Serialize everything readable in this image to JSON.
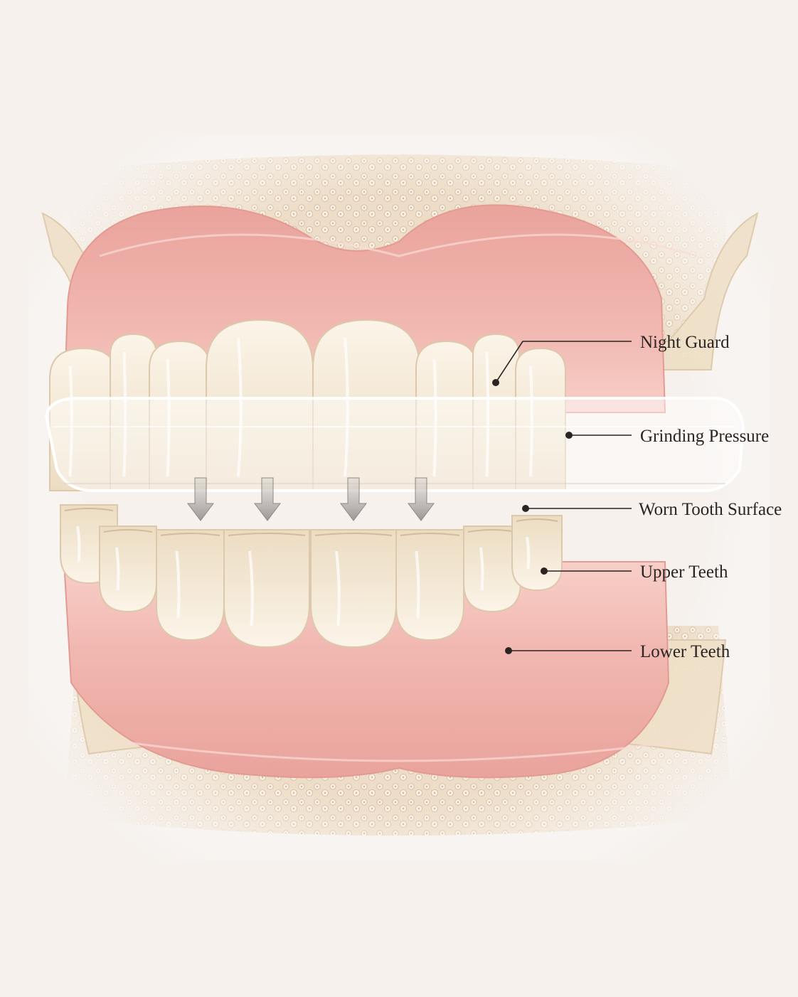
{
  "diagram": {
    "labels": [
      {
        "id": "night-guard",
        "text": "Night Guard"
      },
      {
        "id": "grinding-pressure",
        "text": "Grinding Pressure"
      },
      {
        "id": "worn-tooth-surface",
        "text": "Worn Tooth Surface"
      },
      {
        "id": "upper-teeth",
        "text": "Upper Teeth"
      },
      {
        "id": "lower-teeth",
        "text": "Lower Teeth"
      }
    ],
    "arrow_count": 4
  },
  "colors": {
    "background": "#f6f1ed",
    "bone": "#ecdcc6",
    "bone_pore": "#d9c2a4",
    "gum": "#eeb2ac",
    "gum_light": "#f6cdc6",
    "tooth": "#f5ead8",
    "tooth_shadow": "#e3d2b8",
    "guard": "#ffffff",
    "arrow": "#a8a3a0",
    "ink": "#2a2522"
  }
}
